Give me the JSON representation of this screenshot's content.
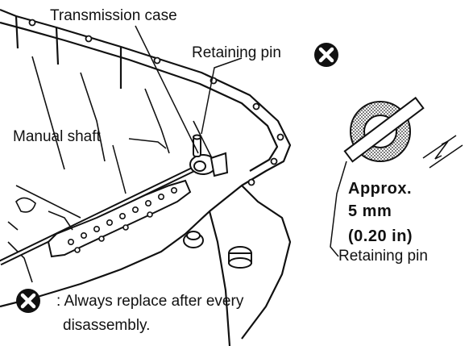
{
  "labels": {
    "transmission_case": "Transmission case",
    "retaining_pin_top": "Retaining pin",
    "manual_shaft": "Manual shaft",
    "approx": "Approx.",
    "size_mm": "5 mm",
    "size_in": "(0.20 in)",
    "retaining_pin_detail": "Retaining pin"
  },
  "legend": {
    "note_line1": ": Always replace after every",
    "note_line2": "disassembly.",
    "symbol_icon": "replace-x-icon"
  },
  "colors": {
    "ink": "#111111",
    "paper": "#ffffff"
  }
}
